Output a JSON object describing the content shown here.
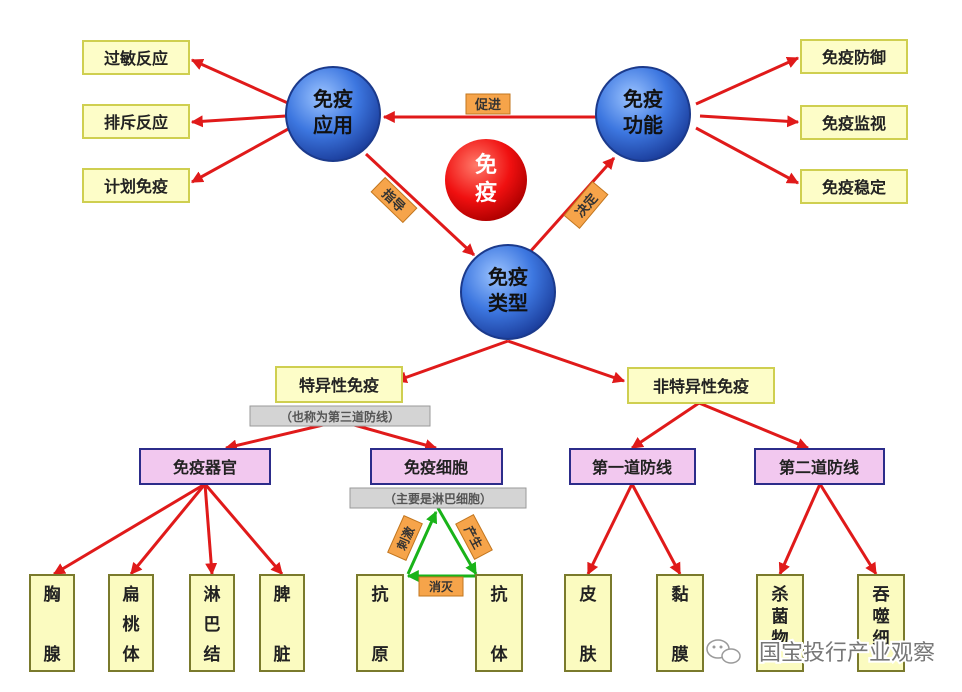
{
  "center": {
    "line1": "免",
    "line2": "疫"
  },
  "nodes": {
    "application": {
      "line1": "免疫",
      "line2": "应用"
    },
    "function": {
      "line1": "免疫",
      "line2": "功能"
    },
    "types": {
      "line1": "免疫",
      "line2": "类型"
    }
  },
  "application_items": [
    "过敏反应",
    "排斥反应",
    "计划免疫"
  ],
  "function_items": [
    "免疫防御",
    "免疫监视",
    "免疫稳定"
  ],
  "edge_labels": {
    "promote": "促进",
    "guide": "指导",
    "decide": "决定"
  },
  "specific": {
    "label": "特异性免疫",
    "note": "（也称为第三道防线）"
  },
  "nonspecific": {
    "label": "非特异性免疫"
  },
  "immune_organs": "免疫器官",
  "immune_cells": {
    "label": "免疫细胞",
    "note": "（主要是淋巴细胞）"
  },
  "first_line": "第一道防线",
  "second_line": "第二道防线",
  "organ_leaves": [
    {
      "c1": "胸",
      "c2": "腺"
    },
    {
      "c1": "扁",
      "c2": "桃",
      "c3": "体"
    },
    {
      "c1": "淋",
      "c2": "巴",
      "c3": "结"
    },
    {
      "c1": "脾",
      "c2": "脏"
    }
  ],
  "cell_leaves": [
    {
      "c1": "抗",
      "c2": "原"
    },
    {
      "c1": "抗",
      "c2": "体"
    }
  ],
  "cycle_labels": {
    "left": "刺激",
    "right": "产生",
    "bottom": "消灭"
  },
  "first_line_leaves": [
    {
      "c1": "皮",
      "c2": "肤"
    },
    {
      "c1": "黏",
      "c2": "膜"
    }
  ],
  "second_line_leaves": [
    {
      "c1": "杀",
      "c2": "菌",
      "c3": "物"
    },
    {
      "c1": "吞",
      "c2": "噬",
      "c3": "细"
    }
  ],
  "watermark": "国宝投行产业观察",
  "colors": {
    "arrow": "#e01a1a",
    "cycle": "#19b319",
    "center": "#ff0000",
    "node": "#2d67d8"
  }
}
